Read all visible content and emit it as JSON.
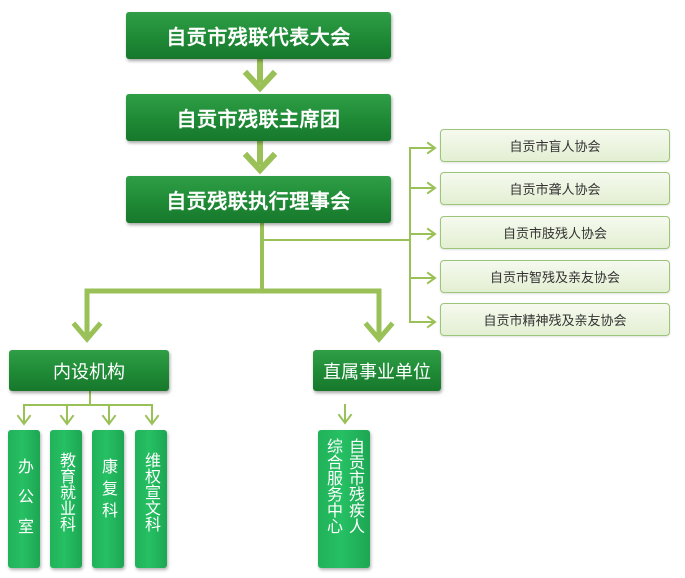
{
  "congress": "自贡市残联代表大会",
  "presidium": "自贡市残联主席团",
  "executive": "自贡残联执行理事会",
  "associations": [
    "自贡市盲人协会",
    "自贡市聋人协会",
    "自贡市肢残人协会",
    "自贡市智残及亲友协会",
    "自贡市精神残及亲友协会"
  ],
  "internal_dept": {
    "label": "内设机构",
    "offices": [
      "办公室",
      "教育就业科",
      "康复科",
      "维权宣文科"
    ]
  },
  "affiliated_unit": {
    "label": "直属事业单位",
    "center_col1": "自贡市残疾人",
    "center_col2": "综合服务中心"
  },
  "colors": {
    "dark_green": "#1f8a36",
    "bright_green": "#26c063",
    "connector": "#9ac157",
    "association_border": "#9dc47b"
  }
}
